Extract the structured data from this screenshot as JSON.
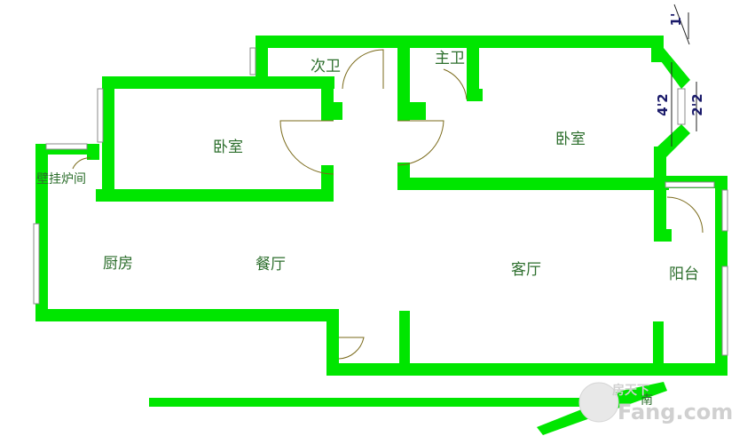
{
  "rooms": {
    "bedroom_left": "卧室",
    "bedroom_right": "卧室",
    "second_bath": "次卫",
    "master_bath": "主卫",
    "boiler_closet": "壁挂炉间",
    "kitchen": "厨房",
    "dining": "餐厅",
    "living": "客厅",
    "balcony": "阳台"
  },
  "dimensions": {
    "bay_outer": "4'2",
    "bay_inner": "2'2",
    "top_mark": "1'"
  },
  "orientation": "南",
  "watermark": {
    "brand": "Fang.com",
    "cn": "房天下"
  },
  "colors": {
    "wall": "#00e600",
    "label": "#2c6e2c"
  }
}
